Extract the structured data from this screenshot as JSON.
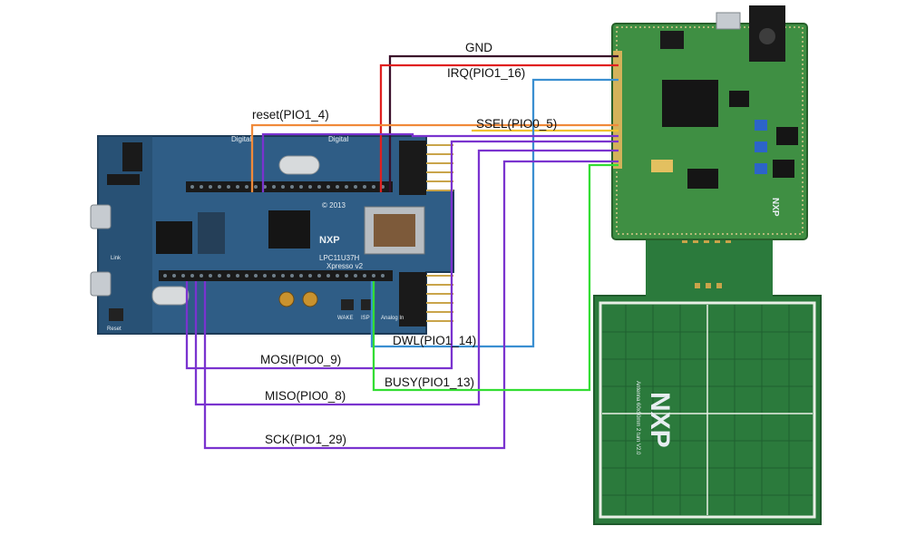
{
  "colors": {
    "background": "#ffffff",
    "lpc_board": "#2f5d86",
    "nfc_board": "#3f8f43",
    "antenna": "#2b7a3c",
    "gnd": "#3a0f2a",
    "irq": "#e02020",
    "reset": "#f08a3a",
    "ssel": "#f2c12e",
    "spi": "#7a33cf",
    "dwl": "#3a8fd1",
    "busy": "#33dd33"
  },
  "lpc_board": {
    "silk_digital_1": "Digital",
    "silk_digital_2": "Digital",
    "copyright": "© 2013",
    "logo": "NXP",
    "model": "LPC11U37H",
    "series": "Xpresso v2",
    "link_label": "Link",
    "reset_label": "Reset",
    "analog_label": "Analog In",
    "wake_label": "WAKE",
    "isp_label": "ISP"
  },
  "nfc_board": {
    "logo": "NXP",
    "antenna_logo": "NXP",
    "antenna_text": "Antenna 60x50mm 2 turn V2.0"
  },
  "wires": [
    {
      "id": "gnd",
      "label": "GND"
    },
    {
      "id": "irq",
      "label": "IRQ(PIO1_16)"
    },
    {
      "id": "reset",
      "label": "reset(PIO1_4)"
    },
    {
      "id": "ssel",
      "label": "SSEL(PIO0_5)"
    },
    {
      "id": "dwl",
      "label": "DWL(PIO1_14)"
    },
    {
      "id": "mosi",
      "label": "MOSI(PIO0_9)"
    },
    {
      "id": "busy",
      "label": "BUSY(PIO1_13)"
    },
    {
      "id": "miso",
      "label": "MISO(PIO0_8)"
    },
    {
      "id": "sck",
      "label": "SCK(PIO1_29)"
    }
  ]
}
